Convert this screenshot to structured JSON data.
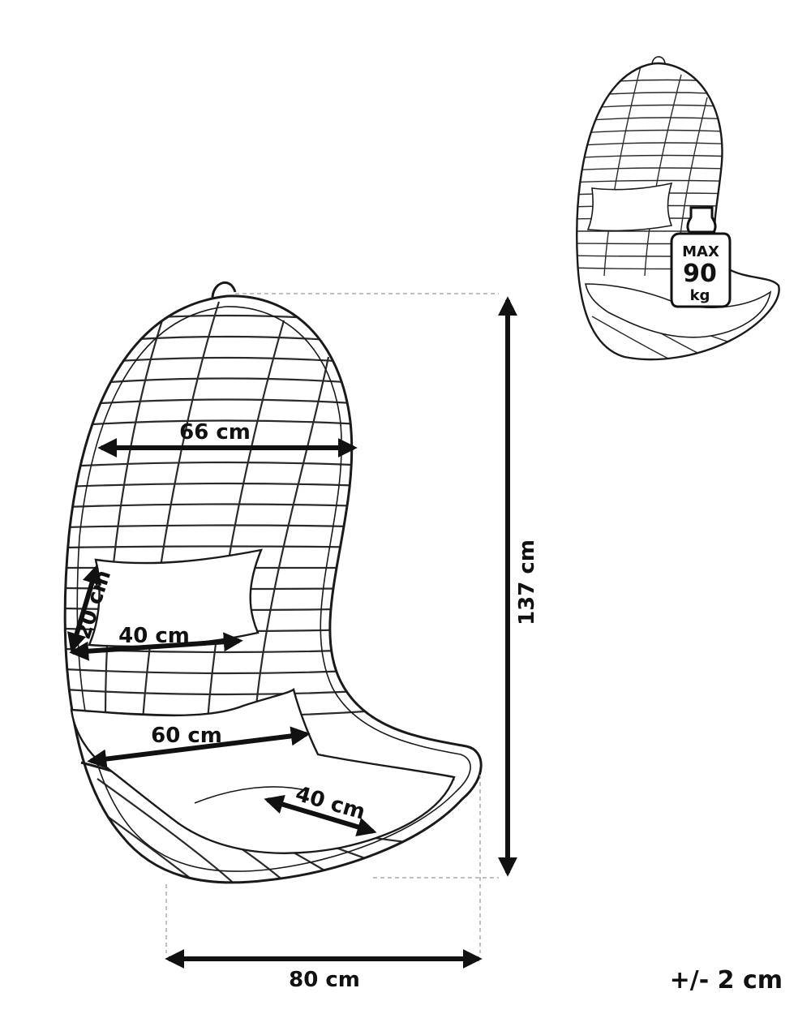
{
  "dimensions": {
    "width_top": "66 cm",
    "height_total": "137 cm",
    "pillow_height": "20 cm",
    "pillow_width": "40 cm",
    "seat_width": "60 cm",
    "seat_depth": "40 cm",
    "base_width": "80 cm"
  },
  "tolerance": "+/- 2 cm",
  "max_load": {
    "label": "MAX",
    "value": "90",
    "unit": "kg"
  }
}
